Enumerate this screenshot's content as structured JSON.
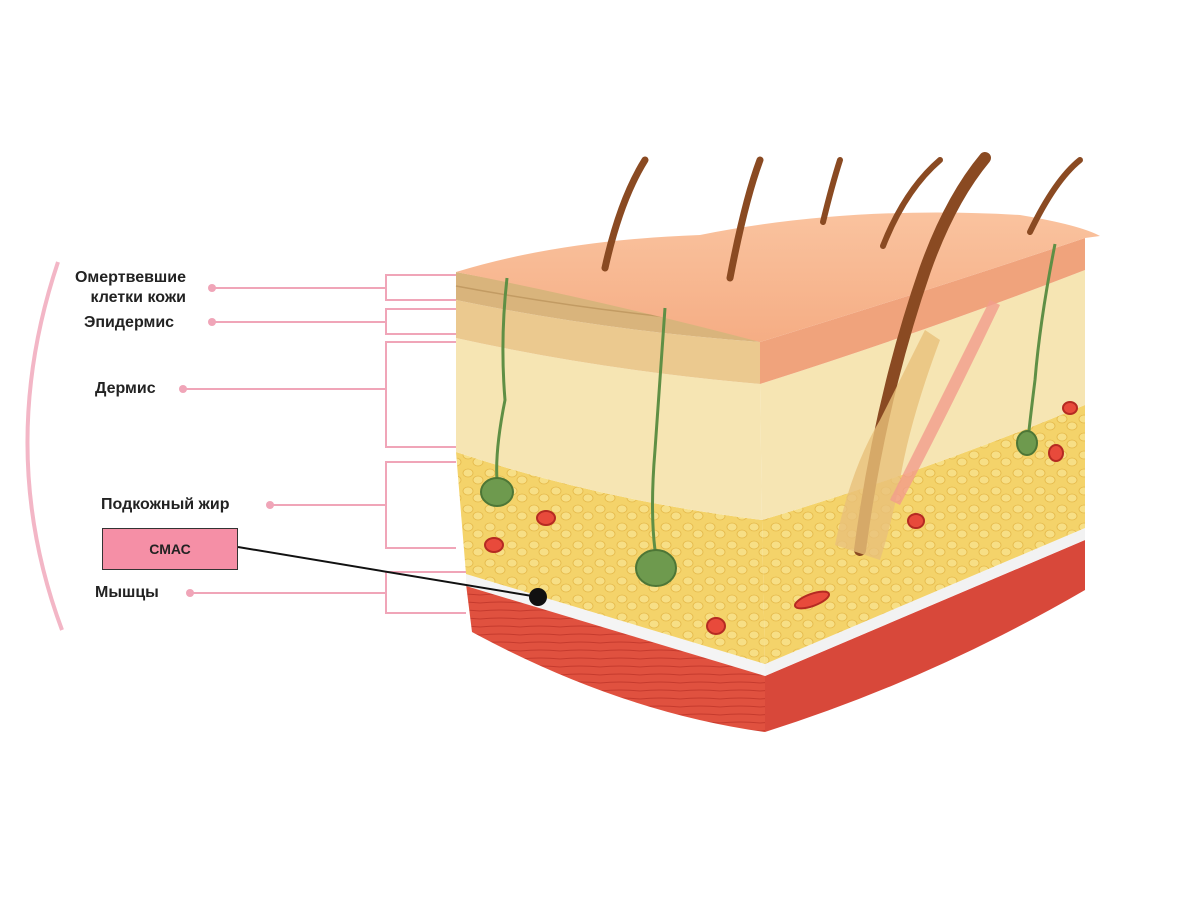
{
  "labels": {
    "dead_cells_line1": "Омертвевшие",
    "dead_cells_line2": "клетки кожи",
    "epidermis": "Эпидермис",
    "dermis": "Дермис",
    "subcutaneous_fat": "Подкожный жир",
    "smas": "СМАС",
    "muscles": "Мышцы"
  },
  "colors": {
    "leader_line": "#f0a5b8",
    "arc": "#f3b6c6",
    "smas_box": "#f58fa6",
    "smas_pointer": "#111111",
    "surface": "#f7b88f",
    "epidermis": "#e9c38c",
    "dermis": "#f6e5b3",
    "fat": "#f4d36a",
    "fascia": "#f2f2f2",
    "muscle": "#e0513f",
    "hair": "#8a4a22",
    "gland": "#5f8f45",
    "vessel": "#d9362d"
  }
}
